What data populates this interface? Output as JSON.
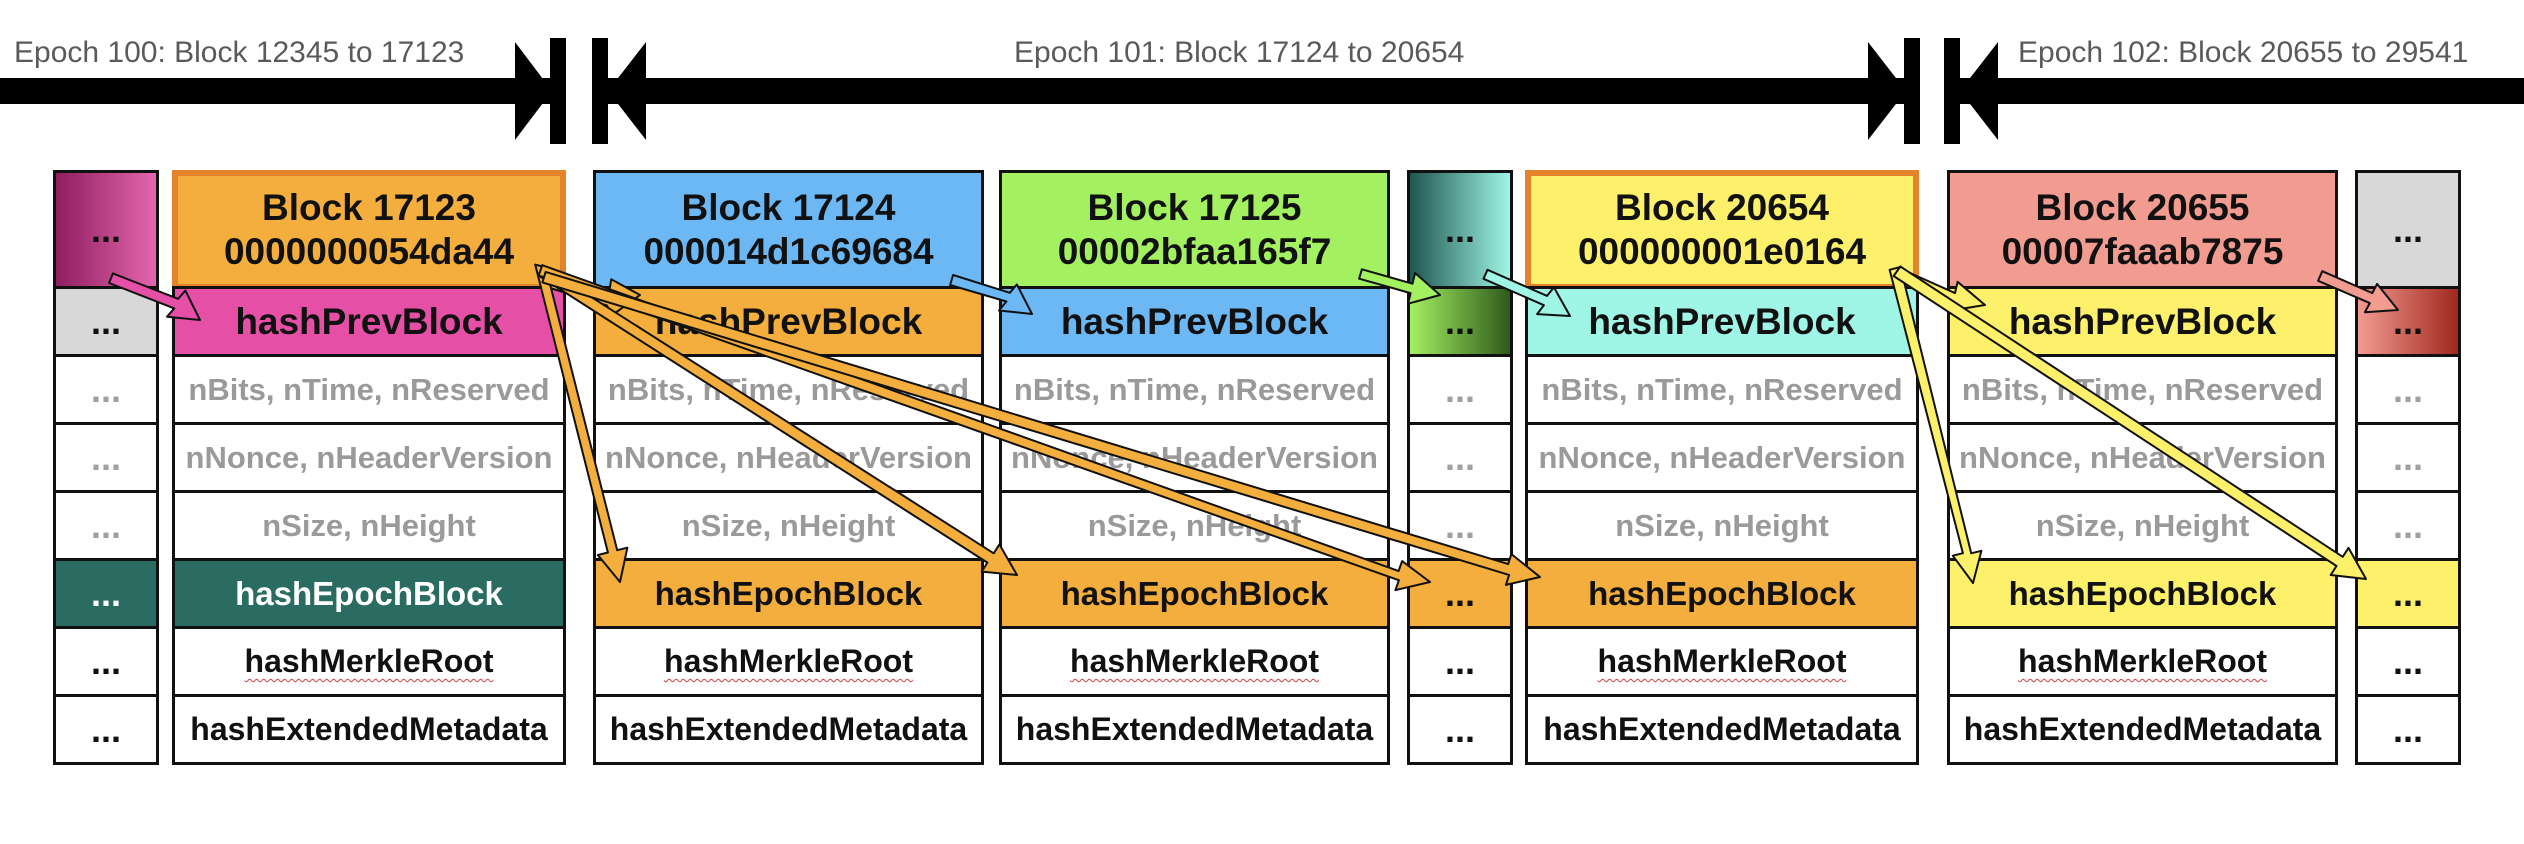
{
  "epochs": [
    {
      "label": "Epoch 100: Block 12345 to 17123"
    },
    {
      "label": "Epoch 101: Block 17124 to 20654"
    },
    {
      "label": "Epoch 102: Block 20655 to 29541"
    }
  ],
  "field_labels": {
    "hash_prev": "hashPrevBlock",
    "bits_time": "nBits, nTime, nReserved",
    "nonce_version": "nNonce, nHeaderVersion",
    "size_height": "nSize, nHeight",
    "hash_epoch": "hashEpochBlock",
    "merkle": "hashMerkleRoot",
    "extended": "hashExtendedMetadata",
    "ellipsis": "..."
  },
  "blocks": [
    {
      "title": "Block 17123",
      "hash": "0000000054da44",
      "header_color": "#f3ae3d",
      "prev_color": "#e54fa6",
      "epoch_color": "#2a6b62",
      "epoch_text_color": "#ffffff"
    },
    {
      "title": "Block 17124",
      "hash": "000014d1c69684",
      "header_color": "#6cb8f5",
      "prev_color": "#f3ae3d",
      "epoch_color": "#f3ae3d",
      "epoch_text_color": "#111111"
    },
    {
      "title": "Block 17125",
      "hash": "00002bfaa165f7",
      "header_color": "#a3f060",
      "prev_color": "#6cb8f5",
      "epoch_color": "#f3ae3d",
      "epoch_text_color": "#111111"
    },
    {
      "title": "Block 20654",
      "hash": "000000001e0164",
      "header_color": "#fdf06a",
      "prev_color": "#9ff6e6",
      "epoch_color": "#f3ae3d",
      "epoch_text_color": "#111111"
    },
    {
      "title": "Block 20655",
      "hash": "00007faaab7875",
      "header_color": "#f29b91",
      "prev_color": "#fdf06a",
      "epoch_color": "#fdf06a",
      "epoch_text_color": "#111111"
    }
  ],
  "colors": {
    "arrow_orange": "#f3ae3d",
    "arrow_yellow": "#fdf06a",
    "arrow_pink": "#e54fa6",
    "arrow_blue": "#6cb8f5",
    "arrow_green": "#a3f060",
    "arrow_cyan": "#9ff6e6",
    "arrow_salmon": "#f29b91",
    "highlight_border": "#e5832a",
    "grey_text": "#9a9a9a"
  }
}
